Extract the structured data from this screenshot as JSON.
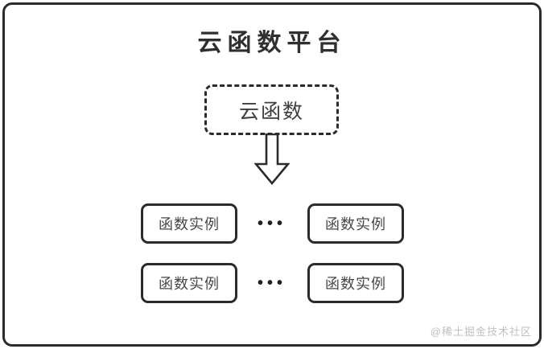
{
  "diagram": {
    "title": "云函数平台",
    "root_node": {
      "label": "云函数"
    },
    "arrow_direction": "down",
    "rows": [
      {
        "boxes": [
          "函数实例",
          "函数实例"
        ],
        "ellipsis": "•••"
      },
      {
        "boxes": [
          "函数实例",
          "函数实例"
        ],
        "ellipsis": "•••"
      }
    ],
    "watermark": "@稀土掘金技术社区",
    "colors": {
      "stroke": "#2b2b2b",
      "text": "#3f3f3f",
      "watermark": "#c0c0c0",
      "background": "#ffffff"
    }
  }
}
